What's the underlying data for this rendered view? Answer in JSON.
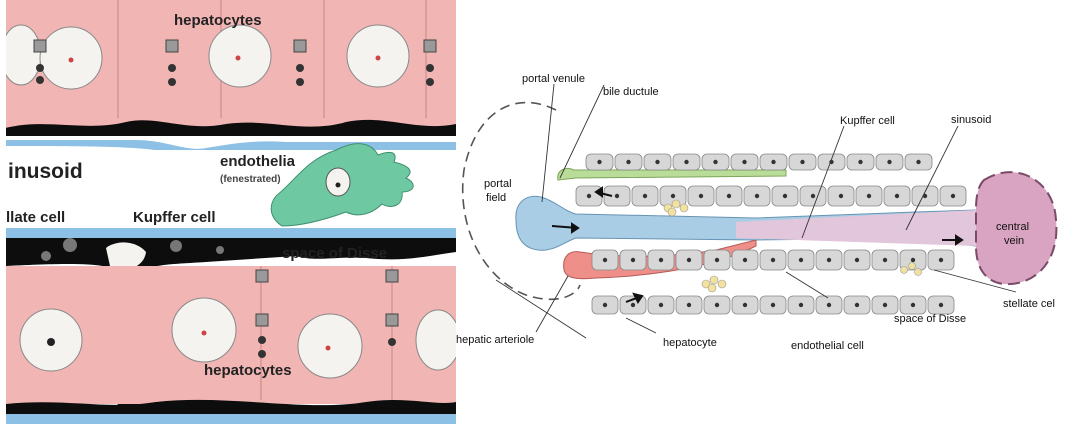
{
  "left_panel": {
    "labels": {
      "hepatocytes_top": "hepatocytes",
      "sinusoid": "inusoid",
      "endothelia": "endothelia",
      "fenestrated": "(fenestrated)",
      "stellate": "llate cell",
      "kupffer": "Kupffer cell",
      "space_of_disse": "space of Disse",
      "hepatocytes_bottom": "hepatocytes"
    },
    "colors": {
      "hepatocyte": "#f1b5b4",
      "nucleus": "#f5f3ef",
      "stellate": "#0d0d0d",
      "kupffer": "#6ec9a3",
      "endothelium": "#8cc0e4"
    }
  },
  "right_panel": {
    "labels": {
      "portal_venule": "portal venule",
      "bile_ductule": "bile ductule",
      "portal_field_1": "portal",
      "portal_field_2": "field",
      "kupffer_cell": "Kupffer cell",
      "sinusoid": "sinusoid",
      "central_vein_1": "central",
      "central_vein_2": "vein",
      "stellate_cell": "stellate cel",
      "space_of_disse": "space of Disse",
      "hepatic_arteriole": "hepatic arteriole",
      "hepatocyte": "hepatocyte",
      "endothelial_cell": "endothelial cell"
    },
    "colors": {
      "hepatocyte": "#d7d7d7",
      "portal_venule": "#a9cde4",
      "arteriole": "#ef8f8a",
      "bile": "#b9dd98",
      "central_vein": "#d9a3c2"
    }
  }
}
